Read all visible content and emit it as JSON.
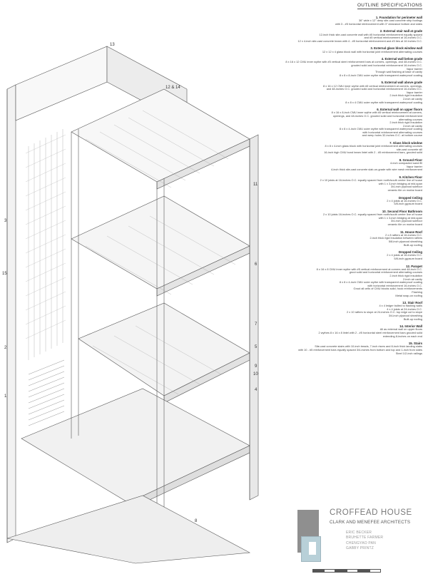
{
  "header": {
    "title": "OUTLINE SPECIFICATIONS"
  },
  "specifications": [
    {
      "title": "1. Foundation for perimeter wall",
      "lines": [
        "36\" wide x 12\" deep site-cast concrete strip footings",
        "with 3 - #5 horizontal reinforcement with 3\" clearance bottom and sides"
      ]
    },
    {
      "title": "2. External stair wall at grade",
      "lines": [
        "12-inch thick site-cast concrete wall with #5 horizontal reinforcement equally spaced",
        "and #5 vertical reinforcement at 16-inches O.C.",
        "12 x 4-inch site-cast concrete beam with 4 - #5 horizontal reinforcement and #3 ties at 16 inches O.C."
      ]
    },
    {
      "title": "3. External glass block window wall",
      "lines": [
        "12 x 12 x 4 glass block wall with horizontal joint reinforcement alternating courses"
      ]
    },
    {
      "title": "4. External wall below grade",
      "lines": [
        "8 x 16 x 12 CMU inner wythe with #5 vertical steel reinforcement bars at corners, openings, and 48-inches O.C.",
        "grouted solid and horizontal reinforcement 16-inches O.C.",
        "Vapor barrier",
        "Through wall flashing at base of cavity",
        "8 x 8 x 8-inch CMU outer wythe with transparent waterproof coating"
      ]
    },
    {
      "title": "5. External wall above grade",
      "lines": [
        "8 x 16 x 12 CMU inner wythe with #5 vertical reinforcement at corners, openings,",
        "and 48-inches O.C. grouted solid and horizontal reinforcement 16-inches O.C.",
        "Vapor barrier",
        "2-inch thick rigid insulation",
        "2-inch air cavity",
        "8 x 8 x 4 CMU outer wythe with transparent waterproof coating"
      ]
    },
    {
      "title": "6. External wall on upper floors",
      "lines": [
        "8 x 16 x 8-inch CMU inner wythe with #5 vertical reinforcement at corners,",
        "openings, and 48-inches O.C. grouted solid and horizontal reinforcement",
        "alternating courses",
        "2-inch thick rigid insulation",
        "2-inch air cavity",
        "8 x 8 x 4-inch CMU outer wythe with transparent waterproof coating",
        "with horizontal reinforcement alternating courses",
        "and weep holes 32-inches O.C. at bottom course"
      ]
    },
    {
      "title": "7. Glass block window",
      "lines": [
        "8 x 8 x 4-inch glass block with horizontal joint reinforcement alternating courses",
        "site-cast concrete sill",
        "16-inch high CMU bond beam lintel with 2 - #5 reinforcement bars, grouted solid"
      ]
    },
    {
      "title": "8. Ground Floor",
      "lines": [
        "4-inch compacted sand fill",
        "Vapor barrier",
        "4-inch thick site-cast concrete slab-on-grade with wire mesh reinforcement"
      ]
    },
    {
      "title": "9. Kitchen Floor",
      "lines": [
        "2 x 10 joists at 16-inches O.C. equally spaced from north/south center line of house",
        "with 1 x 3-inch bridging at mid-span",
        "3/4-inch plywood subfloor",
        "ceramic tile on mortar board"
      ]
    },
    {
      "title": "Dropped Ceiling",
      "lines": [
        "2 x 4 joists at 16-inches O.C.",
        "5/8-inch gypsum board"
      ]
    },
    {
      "title": "10. Second Floor Bathroom",
      "lines": [
        "2 x 10 joists 16-inches O.C. equally spaced from north/south center line of house",
        "with 1 x 3-inch bridging at mid-span",
        "3/4-inch plywood subfloor",
        "ceramic tile on mortar board"
      ]
    },
    {
      "title": "11. House Roof",
      "lines": [
        "2 x 8 rafters at 16-inches O.C.",
        "2-inch thick rigid insulation between rafters",
        "5/8-inch plywood sheathing",
        "Built-up roofing"
      ]
    },
    {
      "title": "Dropped Ceiling",
      "lines": [
        "2 x 4 joists at 16-inches O.C.",
        "5/8-inch gypsum board"
      ]
    },
    {
      "title": "12. Parapet",
      "lines": [
        "8 x 16 x 8 CMU inner wythe with #5 vertical reinforcement at corners and 48-inch O.C.",
        "grout solid and horizontal reinforcement alternating courses",
        "2-inch thick rigid insulation",
        "2-inch air cavity",
        "8 x 8 x 4-inch CMU outer wythe with transparent waterproof coating",
        "with horizontal reinforcement 16-inches O.C.",
        "Grout all cells of CMU blocks solid; hook reinforcements",
        "Flashing",
        "Metal snap-on roofing"
      ]
    },
    {
      "title": "13. Stair Roof",
      "lines": [
        "4 x 4 ledger bolted to flashing walls",
        "4 x 4 joists at 24-inches O.C.",
        "2 x 10 rafters to slope at 24-inches O.C. top edge cut to slope",
        "3/4-inch plywood sheathing",
        "Built-up roofing"
      ]
    },
    {
      "title": "14. Interior Wall",
      "lines": [
        "All as external wall on upper floors",
        "2 wythes 8 x 16 x 8 lintel with 2 - #5 horizontal steel reinforcement bars grouted solid",
        "extending 8-inches on each end"
      ]
    },
    {
      "title": "15. Stairs",
      "lines": [
        "Site-cast concrete stairs with 10-inch treads, 7-inch risers and 8-inch thick landing slabs",
        "with 10 - #5 reinforcement bars equally spaced 3/4-inches from bottom and top and 1-inch from sides",
        "Steel 1/2-inch railings"
      ]
    }
  ],
  "callouts": [
    "13",
    "12 & 14",
    "11",
    "3",
    "6",
    "15",
    "7",
    "5",
    "2",
    "9",
    "10",
    "1",
    "4",
    "8"
  ],
  "title_block": {
    "project": "CROFFEAD HOUSE",
    "architects": "CLARK AND MENEFEE ARCHITECTS",
    "authors": [
      "ERIC BECKER",
      "BRUHETTE FARMER",
      "CHENGYAO PAN",
      "GABBY PRINTZ"
    ]
  },
  "colors": {
    "title_gray": "#7a7a7a",
    "accent_blue": "#b8d0d8",
    "block_gray": "#8f8f8f"
  }
}
